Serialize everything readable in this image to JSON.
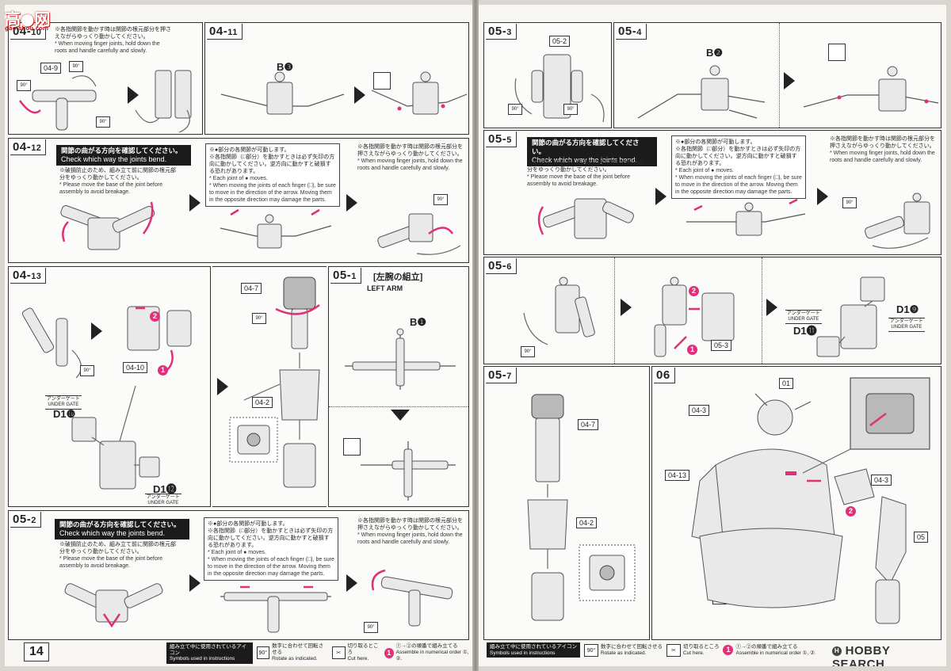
{
  "watermark": {
    "chars": "高●网",
    "url": "gao.shou.com"
  },
  "common": {
    "hold_note_jp": "※各指関節を動かす時は関節の根元部分を押さえながらゆっくり動かしてください。",
    "hold_note_en": "* When moving finger joints, hold down the roots and handle carefully and slowly.",
    "joint_banner_jp": "関節の曲がる方向を確認してください。",
    "joint_banner_en": "Check which way the joints bend.",
    "base_note_jp": "※破損防止のため、組み立て前に関節の根元部分をゆっくり動かしてください。",
    "base_note_en": "* Please move the base of the joint before assembly to avoid breakage.",
    "moves_note_jp1": "※●部分の各関節が可動します。",
    "moves_note_jp2": "※各指関節（□部分）を動かすときは必ず矢印の方向に動かしてください。逆方向に動かすと破損する恐れがあります。",
    "moves_note_en1": "* Each joint of ● moves.",
    "moves_note_en2": "* When moving the joints of each finger (□), be sure to move in the direction of the arrow. Moving them in the opposite direction may damage the parts.",
    "angle": "90°",
    "under_gate_jp": "アンダーゲート",
    "under_gate_en": "UNDER GATE"
  },
  "left": {
    "steps": {
      "s0410": {
        "main": "04",
        "sub": "10"
      },
      "s0411": {
        "main": "04",
        "sub": "11"
      },
      "s0412": {
        "main": "04",
        "sub": "12"
      },
      "s0413": {
        "main": "04",
        "sub": "13"
      },
      "s0501": {
        "main": "05",
        "sub": "1"
      },
      "s0502": {
        "main": "05",
        "sub": "2"
      }
    },
    "labels": {
      "p049": "04-9",
      "p0410": "04-10",
      "p047": "04-7",
      "p042": "04-2",
      "b3": "B❸",
      "b1": "B❶",
      "d110": "D1❿",
      "d112": "D1⓬"
    },
    "left_arm_jp": "[左腕の組立]",
    "left_arm_en": "LEFT ARM",
    "page_number": "14"
  },
  "right": {
    "steps": {
      "s0503": {
        "main": "05",
        "sub": "3"
      },
      "s0504": {
        "main": "05",
        "sub": "4"
      },
      "s0505": {
        "main": "05",
        "sub": "5"
      },
      "s0506": {
        "main": "05",
        "sub": "6"
      },
      "s0507": {
        "main": "05",
        "sub": "7"
      },
      "s06": {
        "main": "06",
        "sub": ""
      }
    },
    "labels": {
      "p052": "05-2",
      "p053": "05-3",
      "p047": "04-7",
      "p042": "04-2",
      "b2": "B❷",
      "d19": "D1❾",
      "d111": "D1⓫",
      "p01": "01",
      "p043a": "04-3",
      "p0413": "04-13",
      "p043b": "04-3",
      "p05": "05",
      "p03": "03"
    },
    "page_number": "15"
  },
  "footer": {
    "head_jp": "組み立て中に使用されているアイコン",
    "head_en": "Symbols used in instructions",
    "items": [
      {
        "icon": "90°",
        "jp": "数字に合わせて回転させる",
        "en": "Rotate as indicated."
      },
      {
        "icon": "✂",
        "jp": "切り取るところ",
        "en": "Cut here."
      },
      {
        "icon": "1",
        "jp": "①→②の順番で組み立てる",
        "en": "Assemble in numerical order ①, ②."
      }
    ],
    "brand": "HOBBY SEARCH",
    "brand_mark": "H"
  }
}
